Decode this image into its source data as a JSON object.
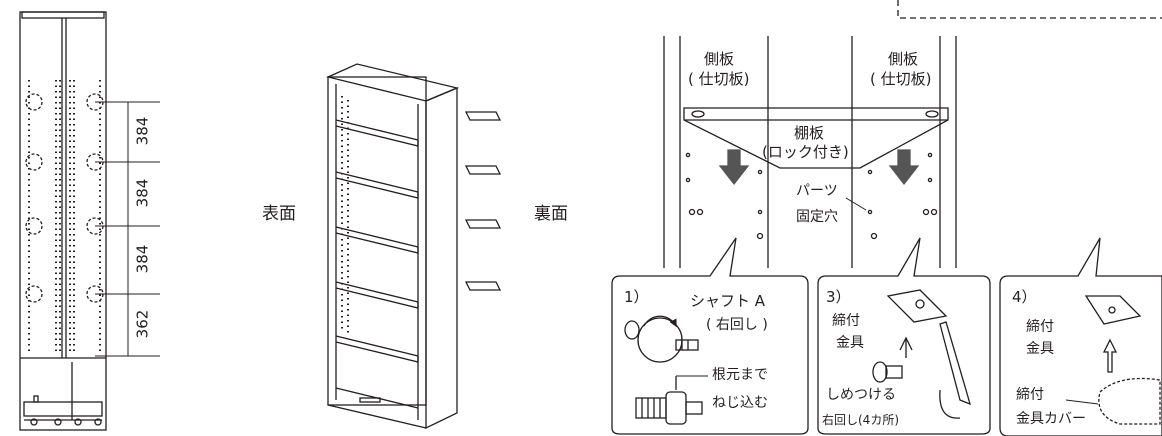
{
  "dimensions": [
    "384",
    "384",
    "384",
    "362"
  ],
  "views": {
    "front": "表面",
    "back": "裏面"
  },
  "detail": {
    "side_panel_left": [
      "側板",
      "( 仕切板)"
    ],
    "side_panel_right": [
      "側板",
      "( 仕切板)"
    ],
    "shelf": [
      "棚板",
      "(ロック付き)"
    ],
    "parts_hole": [
      "パーツ",
      "固定穴"
    ]
  },
  "steps": [
    {
      "num": "1）",
      "title": "シャフト A",
      "sub": "( 右回し )",
      "note": [
        "根元まで",
        "ねじ込む"
      ]
    },
    {
      "num": "3）",
      "label": [
        "締付",
        "金具"
      ],
      "note": [
        "しめつける",
        "右回し(4カ所)"
      ]
    },
    {
      "num": "4）",
      "label": [
        "締付",
        "金具"
      ],
      "note": [
        "締付",
        "金具カバー"
      ]
    }
  ],
  "colors": {
    "line": "#231f20",
    "arrow_fill": "#555555"
  }
}
